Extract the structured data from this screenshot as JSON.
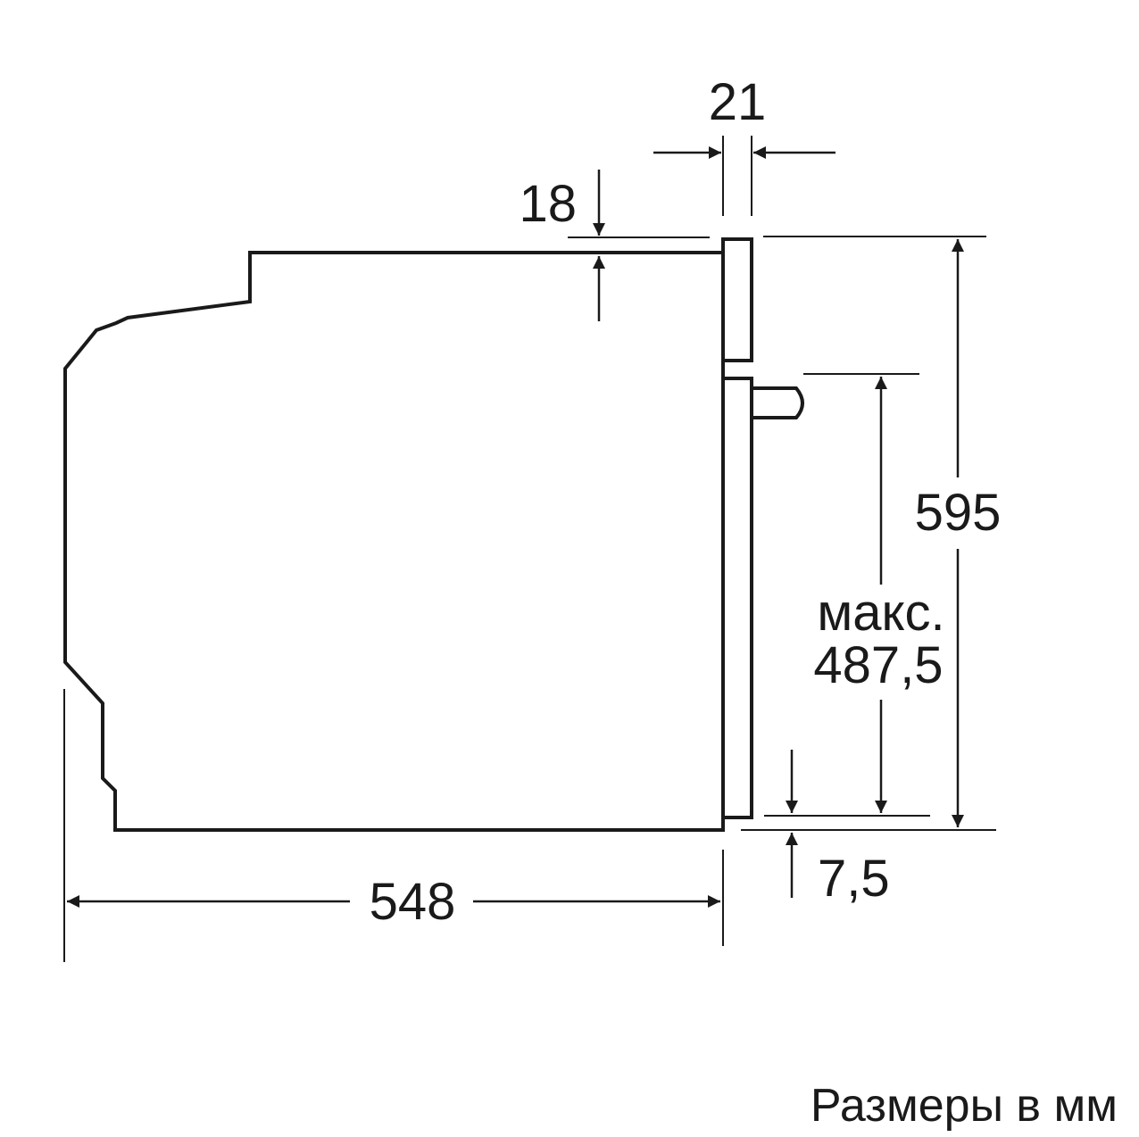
{
  "dimensions": {
    "door_thickness": "21",
    "top_gap": "18",
    "height": "595",
    "handle_label": "макс.",
    "handle_value": "487,5",
    "bottom_gap": "7,5",
    "depth": "548"
  },
  "caption": "Размеры в мм"
}
